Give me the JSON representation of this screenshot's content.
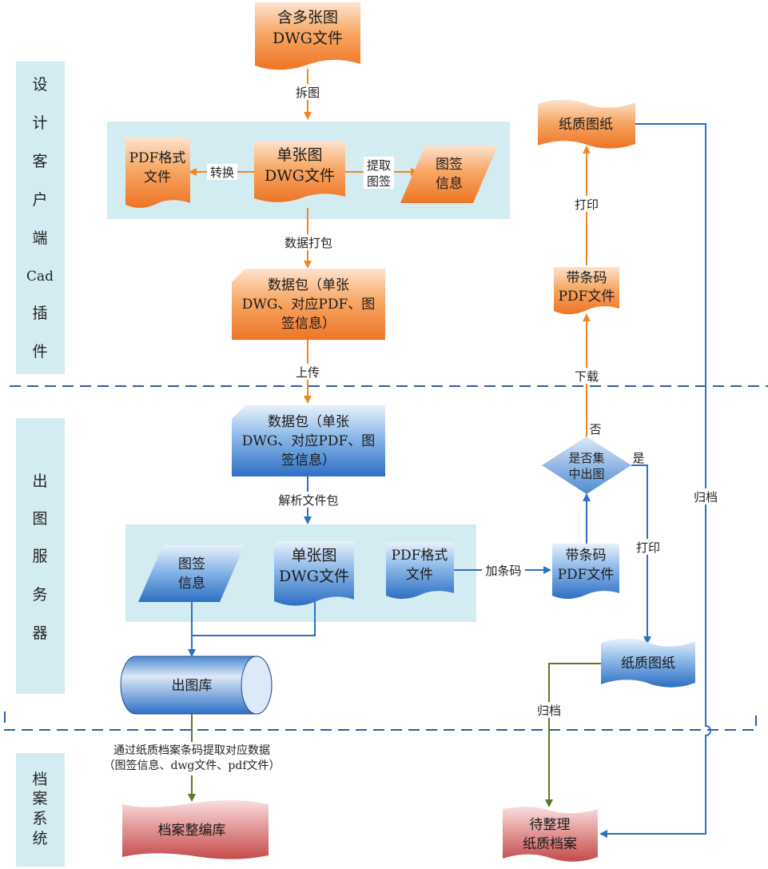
{
  "lanes": {
    "client": "设计客户端Cad插件",
    "client_chars": [
      "设",
      "计",
      "客",
      "户",
      "端",
      "Cad",
      "插",
      "件"
    ],
    "server_chars": [
      "出",
      "图",
      "服",
      "务",
      "器"
    ],
    "archive_chars": [
      "档",
      "案",
      "系",
      "统"
    ]
  },
  "nodes": {
    "multi_dwg": [
      "含多张图",
      "DWG文件"
    ],
    "pdf_client": [
      "PDF格式",
      "文件"
    ],
    "single_dwg_client": [
      "单张图",
      "DWG文件"
    ],
    "title_info_client": [
      "图签",
      "信息"
    ],
    "package_client": [
      "数据包（单张",
      "DWG、对应PDF、图",
      "签信息）"
    ],
    "package_server": [
      "数据包（单张",
      "DWG、对应PDF、图",
      "签信息）"
    ],
    "title_info_server": [
      "图签",
      "信息"
    ],
    "single_dwg_server": [
      "单张图",
      "DWG文件"
    ],
    "pdf_server": [
      "PDF格式",
      "文件"
    ],
    "barcode_pdf_server": [
      "带条码",
      "PDF文件"
    ],
    "decision": [
      "是否集",
      "中出图"
    ],
    "barcode_pdf_client": [
      "带条码",
      "PDF文件"
    ],
    "paper_client": [
      "纸质图纸"
    ],
    "paper_server": [
      "纸质图纸"
    ],
    "output_db": [
      "出图库"
    ],
    "archive_db": [
      "档案整编库"
    ],
    "pending_archive": [
      "待整理",
      "纸质档案"
    ]
  },
  "edges": {
    "split": "拆图",
    "convert": "转换",
    "extract": [
      "提取",
      "图签"
    ],
    "pack": "数据打包",
    "upload": "上传",
    "parse": "解析文件包",
    "add_barcode": "加条码",
    "no": "否",
    "yes": "是",
    "download": "下载",
    "print_client": "打印",
    "print_server": "打印",
    "archive_right": "归档",
    "archive_left": "归档",
    "retrieve": [
      "通过纸质档案条码提取对应数据",
      "（图签信息、dwg文件、pdf文件）"
    ]
  },
  "colors": {
    "orange": "#f07c2a",
    "blue": "#2f74c8",
    "red": "#c95656",
    "panel": "#d3ecf2",
    "arrow_orange": "#f0861f",
    "arrow_blue": "#2e6fc4",
    "arrow_green": "#5a7a2a",
    "dash": "#2c5f9e"
  }
}
